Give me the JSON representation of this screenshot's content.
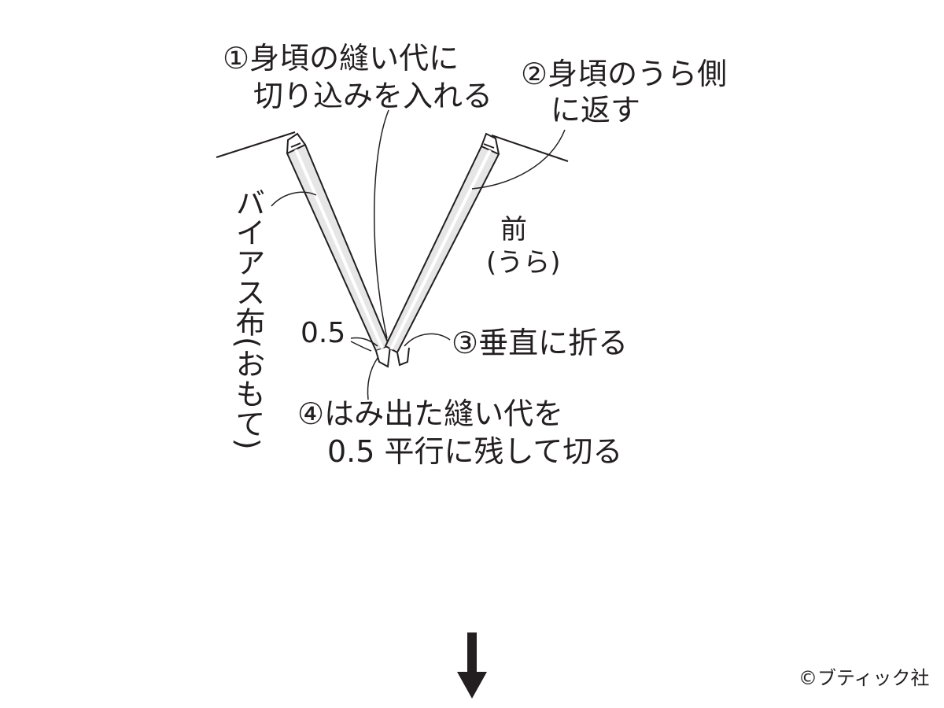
{
  "labels": {
    "step1_line1": "①身頃の縫い代に",
    "step1_line2": "切り込みを入れる",
    "step2_line1": "②身頃のうら側",
    "step2_line2": "に返す",
    "front_line1": "前",
    "front_line2": "(うら)",
    "bias_cloth": "バイアス布(おもて)",
    "measure_05": "0.5",
    "step3": "③垂直に折る",
    "step4_line1": "④はみ出た縫い代を",
    "step4_line2": "0.5 平行に残して切る",
    "copyright": "©ブティック社"
  }
}
